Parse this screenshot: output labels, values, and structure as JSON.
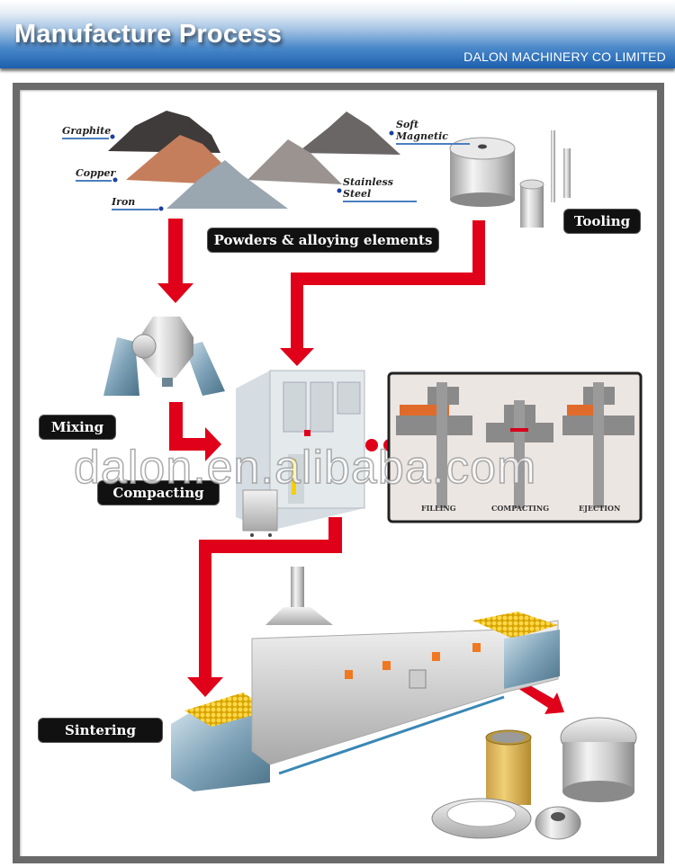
{
  "header": {
    "title": "Manufacture Process",
    "company": "DALON MACHINERY CO LIMITED"
  },
  "powders": {
    "labels": [
      "Graphite",
      "Copper",
      "Iron",
      "Soft Magnetic",
      "Stainless Steel"
    ],
    "caption": "Powders & alloying elements"
  },
  "stages": {
    "tooling": "Tooling",
    "mixing": "Mixing",
    "compacting": "Compacting",
    "sintering": "Sintering"
  },
  "press_cycle": {
    "steps": [
      "FILLING",
      "COMPACTING",
      "EJECTION"
    ]
  },
  "watermark": "dalon.en.alibaba.com",
  "colors": {
    "header_blue": "#1c5fae",
    "arrow_red": "#e0001a",
    "pill_black": "#111111",
    "frame_gray": "#6a6a6a"
  }
}
